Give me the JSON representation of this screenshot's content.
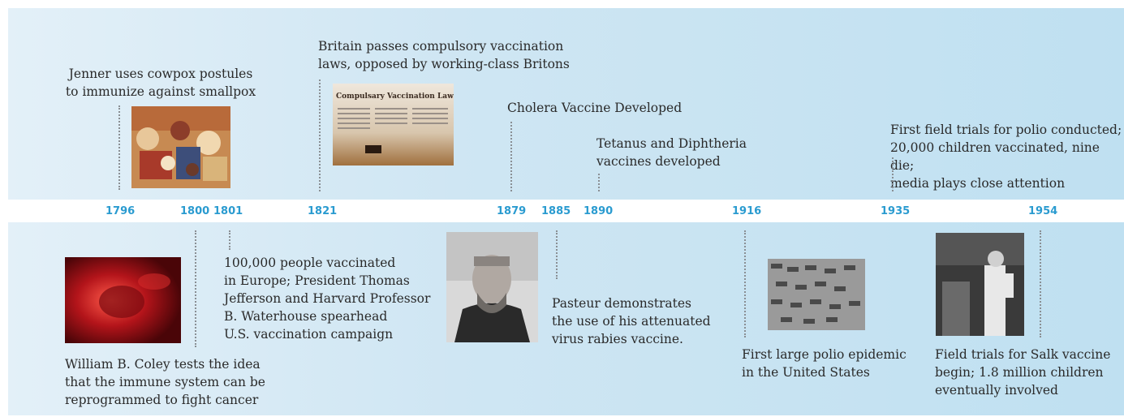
{
  "years": [
    "1796",
    "1800",
    "1801",
    "1821",
    "1879",
    "1885",
    "1890",
    "1916",
    "1935",
    "1954"
  ],
  "events": {
    "jenner": "Jenner uses cowpox postules\nto immunize against smallpox",
    "britain": "Britain passes compulsory vaccination\nlaws, opposed by working-class Britons",
    "britain_image_caption": "Compulsary Vaccination Laws",
    "cholera": "Cholera Vaccine Developed",
    "tetanus": "Tetanus and Diphtheria\nvaccines developed",
    "polio_trials": "First field trials for polio conducted;\n20,000 children vaccinated, nine die;\nmedia plays close attention",
    "coley": "William B. Coley tests the idea\nthat the immune system can be\nreprogrammed to fight cancer",
    "europe": "100,000 people vaccinated\nin Europe; President Thomas\nJefferson and Harvard Professor\nB. Waterhouse spearhead\nU.S. vaccination campaign",
    "pasteur": "Pasteur demonstrates\nthe use of his attenuated\nvirus rabies vaccine.",
    "polio_epidemic": "First large polio epidemic\nin the United States",
    "salk": "Field trials for Salk vaccine\nbegin; 1.8 million children\neventually involved"
  },
  "colors": {
    "year": "#2a9bd0",
    "panel": "#cfe6f3",
    "connector": "#8a8f94"
  }
}
